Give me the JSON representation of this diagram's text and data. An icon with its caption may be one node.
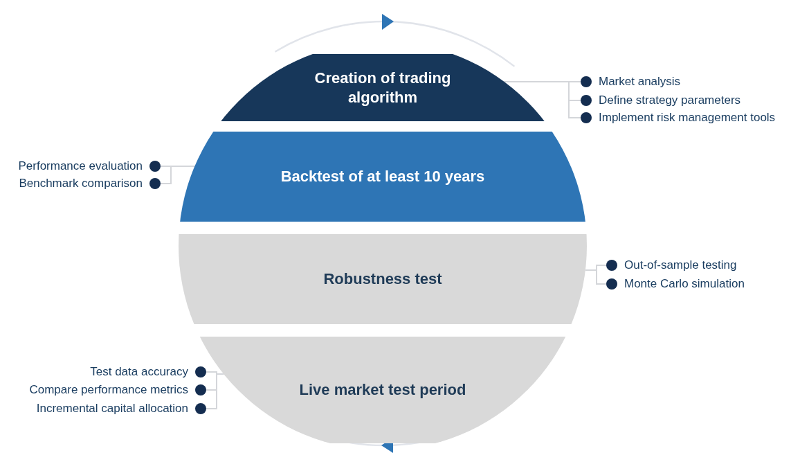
{
  "diagram": {
    "nodes": [
      {
        "text": [
          "Creation of trading algorithm"
        ]
      },
      {
        "text": [
          "Backtest of at least 10 years"
        ]
      },
      {
        "text": [
          "Robustness test"
        ]
      },
      {
        "text": [
          "Live market test period"
        ]
      },
      {
        "text": [
          "Market analysis"
        ]
      },
      {
        "text": [
          "Define strategy parameters"
        ]
      },
      {
        "text": [
          "Implement risk management tools"
        ]
      },
      {
        "text": [
          "Performance evaluation"
        ]
      },
      {
        "text": [
          "Benchmark comparison"
        ]
      },
      {
        "text": [
          "Out-of-sample testing"
        ]
      },
      {
        "text": [
          "Monte Carlo simulation"
        ]
      },
      {
        "text": [
          "Test data accuracy"
        ]
      },
      {
        "text": [
          "Compare performance metrics"
        ]
      },
      {
        "text": [
          "Incremental capital allocation"
        ]
      }
    ],
    "edges": [
      {
        "from": 0,
        "to": 4,
        "arrow": "none"
      },
      {
        "from": 0,
        "to": 5,
        "arrow": "none"
      },
      {
        "from": 0,
        "to": 6,
        "arrow": "none"
      },
      {
        "from": 1,
        "to": 7,
        "arrow": "none"
      },
      {
        "from": 1,
        "to": 8,
        "arrow": "none"
      },
      {
        "from": 2,
        "to": 9,
        "arrow": "none"
      },
      {
        "from": 2,
        "to": 10,
        "arrow": "none"
      },
      {
        "from": 3,
        "to": 11,
        "arrow": "none"
      },
      {
        "from": 3,
        "to": 12,
        "arrow": "none"
      },
      {
        "from": 3,
        "to": 13,
        "arrow": "none"
      }
    ]
  }
}
